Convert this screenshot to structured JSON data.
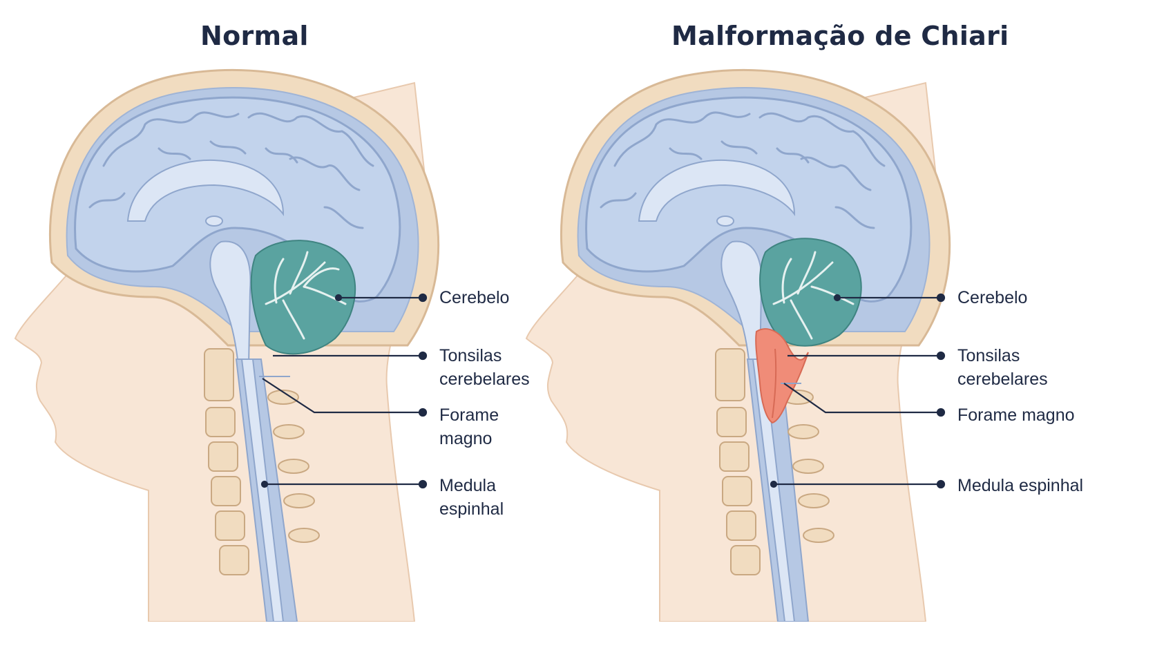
{
  "panels": {
    "normal": {
      "title": "Normal",
      "labels": {
        "cerebelo": [
          "Cerebelo"
        ],
        "tonsilas": [
          "Tonsilas",
          "cerebelares"
        ],
        "forame": [
          "Forame",
          "magno"
        ],
        "medula": [
          "Medula",
          "espinhal"
        ]
      }
    },
    "chiari": {
      "title": "Malformação de Chiari",
      "labels": {
        "cerebelo": [
          "Cerebelo"
        ],
        "tonsilas": [
          "Tonsilas",
          "cerebelares"
        ],
        "forame": [
          "Forame magno"
        ],
        "medula": [
          "Medula espinhal"
        ]
      }
    }
  },
  "colors": {
    "title": "#1f2a44",
    "skin": "#f8e6d6",
    "skull": "#f1dcc0",
    "brain": "#c2d3ec",
    "brain_inner": "#dce6f5",
    "cerebellum": "#5aa3a0",
    "herniated_tonsils": "#f08c78",
    "leader_line": "#1f2a44"
  }
}
